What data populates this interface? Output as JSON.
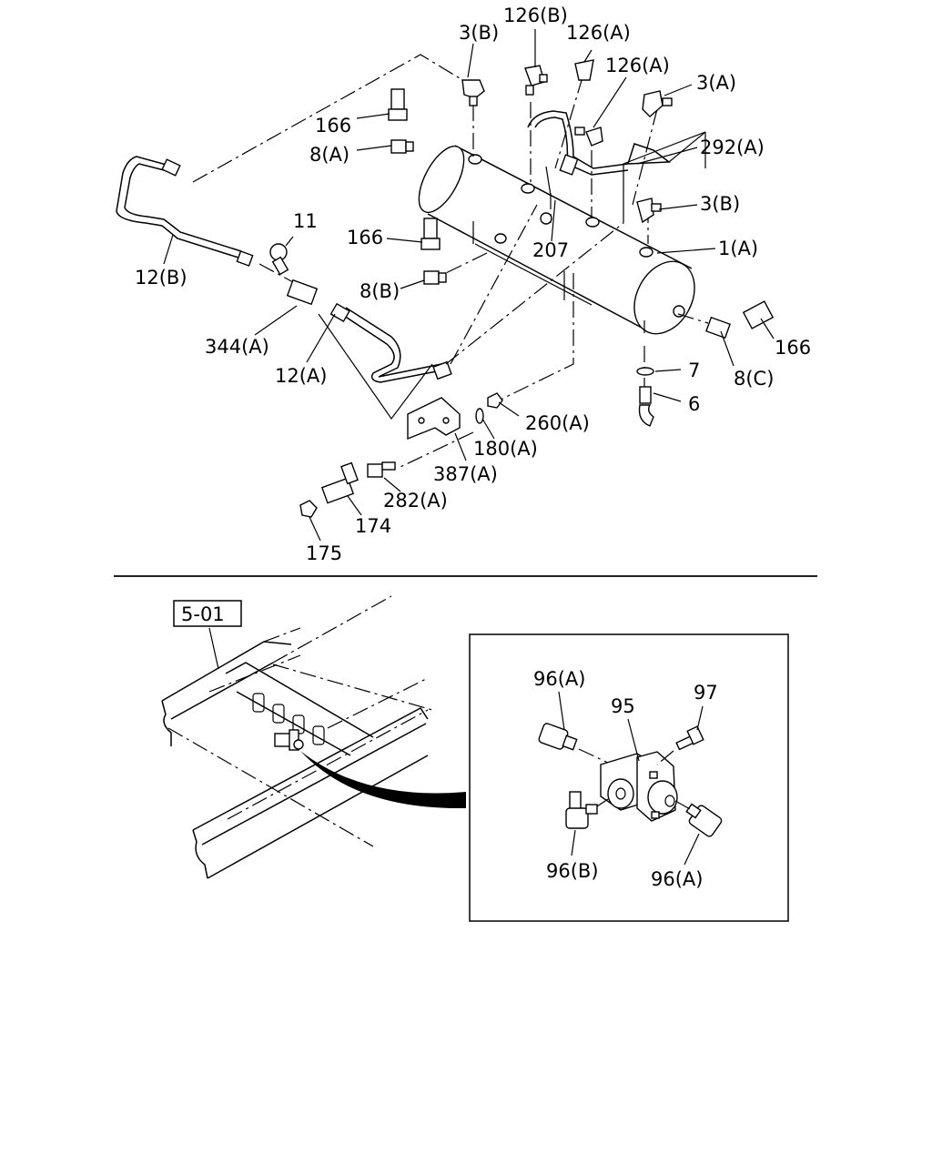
{
  "callouts": {
    "c126b": "126(B)",
    "c126a_1": "126(A)",
    "c3b_1": "3(B)",
    "c126a_2": "126(A)",
    "c3a": "3(A)",
    "c166_1": "166",
    "c8a": "8(A)",
    "c292a": "292(A)",
    "c11": "11",
    "c3b_2": "3(B)",
    "c166_2": "166",
    "c207": "207",
    "c1a": "1(A)",
    "c12b": "12(B)",
    "c8b": "8(B)",
    "c344a": "344(A)",
    "c166_3": "166",
    "c12a": "12(A)",
    "c7": "7",
    "c8c": "8(C)",
    "c6": "6",
    "c260a": "260(A)",
    "c180a": "180(A)",
    "c387a": "387(A)",
    "c282a": "282(A)",
    "c174": "174",
    "c175": "175",
    "ref_box": "5-01",
    "c96a_1": "96(A)",
    "c95": "95",
    "c97": "97",
    "c96b": "96(B)",
    "c96a_2": "96(A)"
  }
}
